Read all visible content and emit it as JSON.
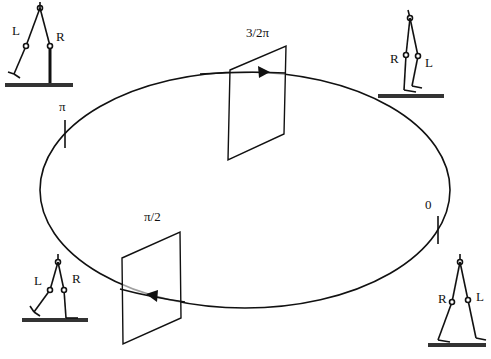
{
  "diagram": {
    "labels": [
      "L",
      "R",
      "π",
      "3/2π",
      "R",
      "L",
      "π/2",
      "0",
      "L",
      "R",
      "R",
      "L"
    ]
  }
}
